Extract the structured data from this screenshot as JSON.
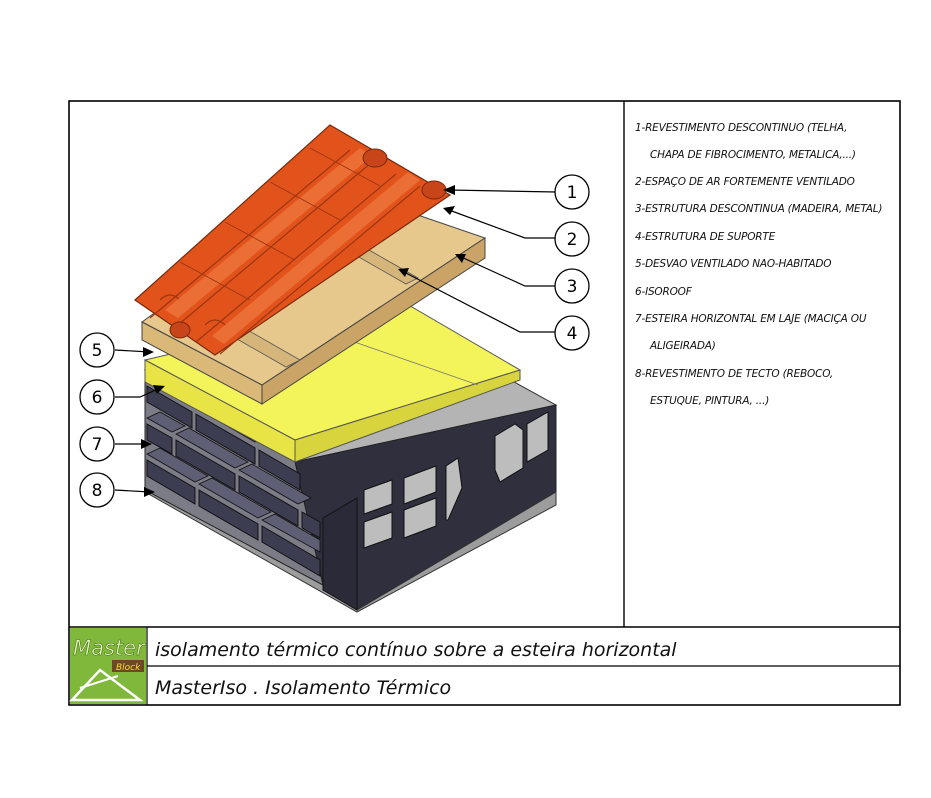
{
  "legend": [
    "1-REVESTIMENTO DESCONTINUO (TELHA,",
    "CHAPA DE FIBROCIMENTO, METALICA,...)",
    "2-ESPAÇO DE AR FORTEMENTE VENTILADO",
    "3-ESTRUTURA DESCONTINUA (MADEIRA, METAL)",
    "4-ESTRUTURA DE SUPORTE",
    "5-DESVAO VENTILADO NAO-HABITADO",
    "6-ISOROOF",
    "7-ESTEIRA HORIZONTAL EM LAJE (MACIÇA OU",
    "ALIGEIRADA)",
    "8-REVESTIMENTO DE TECTO (REBOCO,",
    "ESTUQUE, PINTURA, ...)"
  ],
  "callouts": [
    "1",
    "2",
    "3",
    "4",
    "5",
    "6",
    "7",
    "8"
  ],
  "title_block": {
    "title": "isolamento térmico contínuo sobre a esteira horizontal",
    "subtitle": "MasterIso . Isolamento Térmico",
    "logo_text": "Master",
    "logo_small": "Block"
  },
  "colors": {
    "tile": "#e2531c",
    "tile_dark": "#b53a10",
    "wood": "#e8c98a",
    "wood_dark": "#c9a464",
    "insulation": "#f4f25a",
    "slab": "#aeaeae",
    "block": "#3f3f52",
    "logo_green": "#7fb83a"
  }
}
